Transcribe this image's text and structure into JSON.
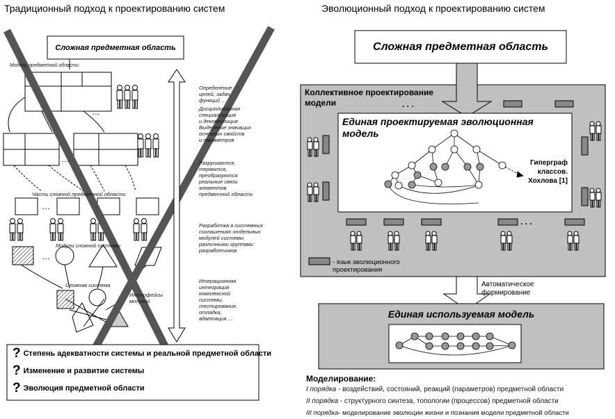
{
  "left": {
    "title": "Традиционный подход к проектированию систем",
    "domain_box": "Сложная предметная область",
    "small_label_1": "Модель предметной области",
    "small_label_2": "Части сложной предметной области",
    "small_label_3": "Модули сложной системы",
    "small_label_4": "Сложная система",
    "interface_label": "Интерфейсы модулей",
    "ellipsis": "…",
    "notes": [
      [
        "Определение",
        "целей, задач,",
        "функций …"
      ],
      [
        "Дисциплинарная",
        "специализация",
        "и декомпозиция",
        "Выделение значащих",
        "основных свойств",
        "и параметров"
      ],
      [
        "Разрушаются,",
        "теряются,",
        "преобразуются",
        "реальные связи",
        "элементов",
        "предметной области"
      ],
      [
        "Разработка в системных",
        "соглашениях отдельных",
        "модулей системы",
        "различными группами",
        "разработчиков"
      ],
      [
        "Итерационная",
        "интеграция",
        "комплексной",
        "системы,",
        "тестирование,",
        "отладка,",
        "адаптация …"
      ]
    ],
    "questions": [
      "Степень адекватности системы и реальной предметной области",
      "Изменение и развитие системы",
      "Эволюция предметной области"
    ],
    "q_mark": "?"
  },
  "right": {
    "title": "Эволюционный подход к проектированию систем",
    "domain_box": "Сложная предметная область",
    "collective_label": "Коллективное проектирование модели",
    "dots": ". . .",
    "model_title": "Единая проектируемая эволюционная модель",
    "hypergraph_label": "Гиперграф классов. Хохлова [1]",
    "language_label": "- язык эволюционного проектирования",
    "auto_label": "Автоматическое формирование",
    "used_model_title": "Единая используемая модель",
    "modeling_title": "Моделирование:",
    "modeling_lines": [
      {
        "ord": "I порядка",
        "text": " - воздействий, состояний, реакций (параметров) предметной области"
      },
      {
        "ord": "II порядка",
        "text": " - структурного синтеза, топологии (процессов) предметной области"
      },
      {
        "ord": "III порядка",
        "text": "- моделирование эволюции жизни и познания модели предметной области"
      }
    ]
  }
}
